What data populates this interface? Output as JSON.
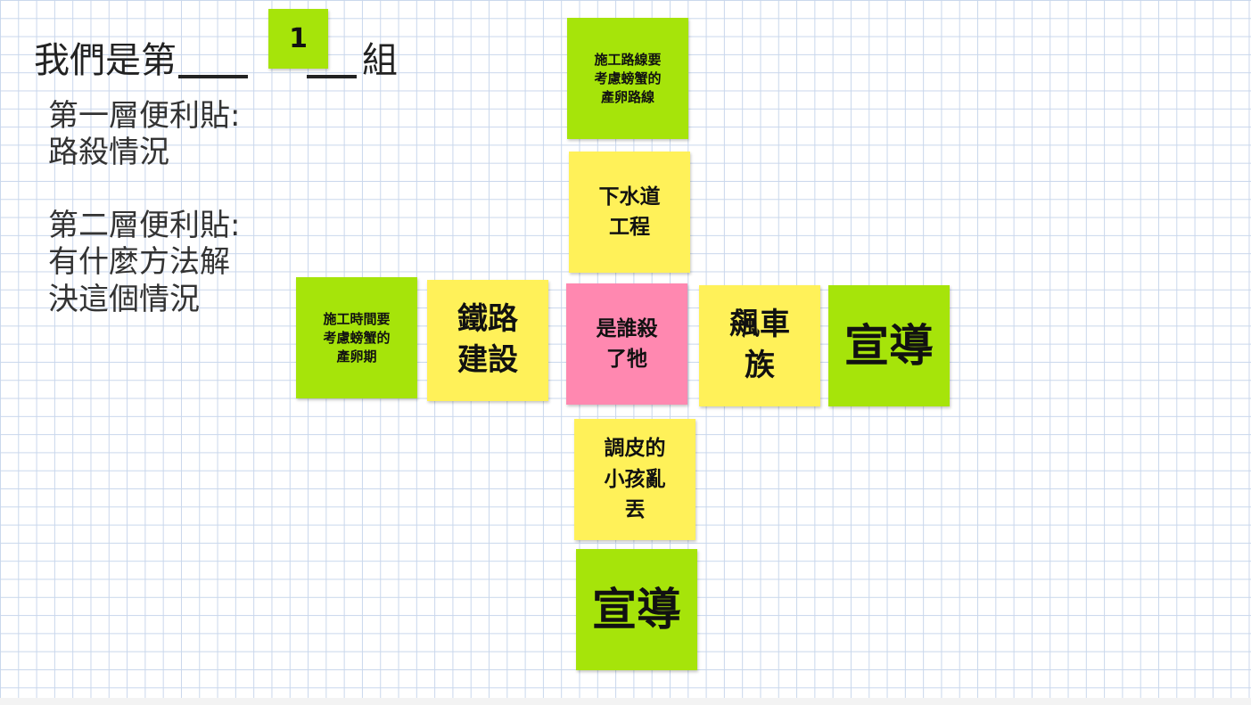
{
  "header": {
    "prefix": "我們是第",
    "group_number": "1",
    "suffix": "組"
  },
  "instructions": {
    "layer1": "第一層便利貼:\n路殺情況",
    "layer2": "第二層便利貼:\n有什麼方法解\n決這個情況"
  },
  "notes": {
    "center": "是誰殺\n了牠",
    "top_yellow": "下水道\n工程",
    "top_green": "施工路線要\n考慮螃蟹的\n產卵路線",
    "left_yellow": "鐵路\n建設",
    "left_green": "施工時間要\n考慮螃蟹的\n產卵期",
    "right_yellow": "飆車\n族",
    "right_green": "宣導",
    "bottom_yellow": "調皮的\n小孩亂\n丟",
    "bottom_green": "宣導"
  },
  "colors": {
    "green": "#a6e40a",
    "yellow": "#fff159",
    "pink": "#ff88b0",
    "grid": "#c9d7ec"
  }
}
